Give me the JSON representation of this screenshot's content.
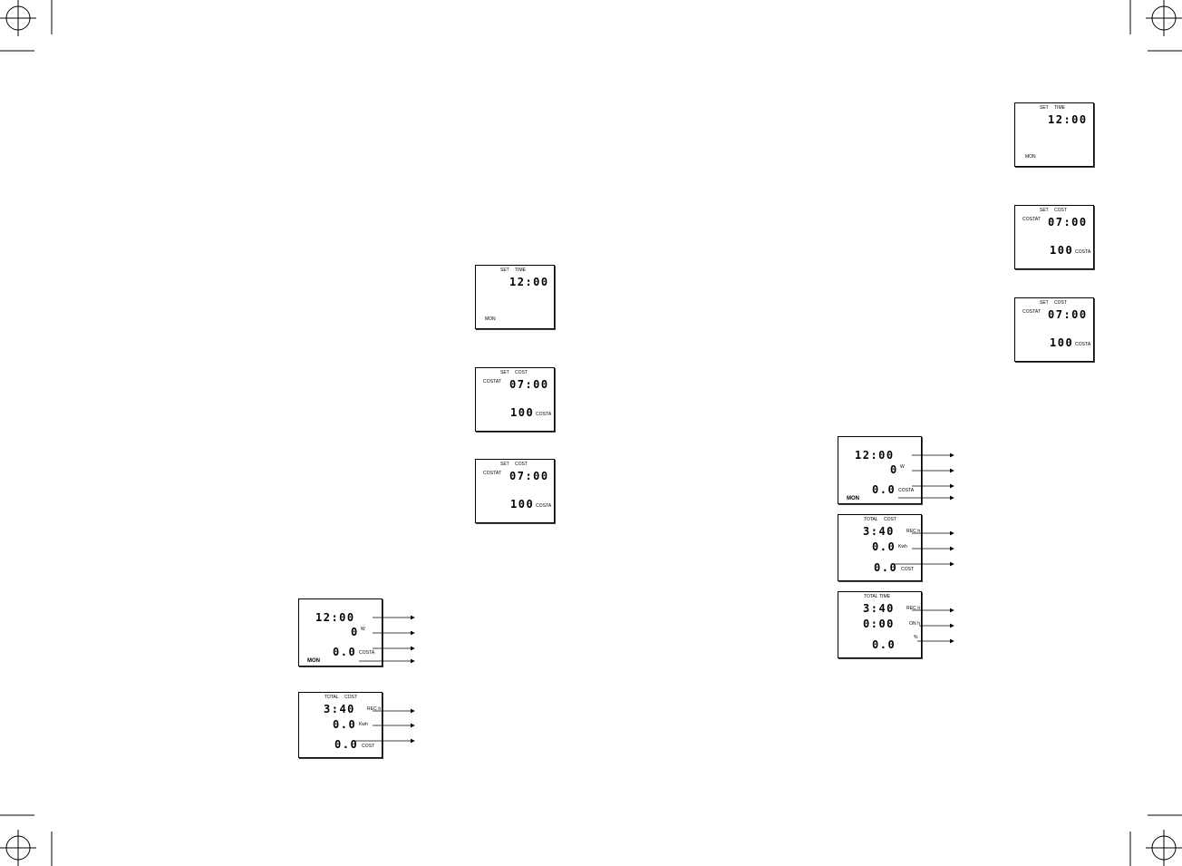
{
  "left_page": {
    "set_time": {
      "label_set": "SET",
      "label_time": "TIME",
      "time": "12:00",
      "day": "MON"
    },
    "set_cost_1": {
      "label_set": "SET",
      "label_cost": "COST",
      "label_costat": "COSTAT",
      "time": "07:00",
      "value": "100",
      "unit": "COSTA"
    },
    "set_cost_2": {
      "label_set": "SET",
      "label_cost": "COST",
      "label_costat": "COSTAT",
      "time": "07:00",
      "value": "100",
      "unit": "COSTA"
    },
    "main_display": {
      "time": "12:00",
      "power": "0",
      "power_unit": "W",
      "cost": "0.0",
      "cost_unit": "COSTA",
      "day": "MON"
    },
    "total_cost": {
      "label_total": "TOTAL",
      "label_cost": "COST",
      "time": "3:40",
      "time_unit": "REC h",
      "energy": "0.0",
      "energy_unit": "Kwh",
      "cost": "0.0",
      "cost_unit": "COST"
    }
  },
  "right_page": {
    "set_time": {
      "label_set": "SET",
      "label_time": "TIME",
      "time": "12:00",
      "day": "MON"
    },
    "set_cost_1": {
      "label_set": "SET",
      "label_cost": "COST",
      "label_costat": "COSTAT",
      "time": "07:00",
      "value": "100",
      "unit": "COSTA"
    },
    "set_cost_2": {
      "label_set": "SET",
      "label_cost": "COST",
      "label_costat": "COSTAT",
      "time": "07:00",
      "value": "100",
      "unit": "COSTA"
    },
    "main_display": {
      "time": "12:00",
      "power": "0",
      "power_unit": "W",
      "cost": "0.0",
      "cost_unit": "COSTA",
      "day": "MON"
    },
    "total_cost": {
      "label_total": "TOTAL",
      "label_cost": "COST",
      "time": "3:40",
      "time_unit": "REC h",
      "energy": "0.0",
      "energy_unit": "Kwh",
      "cost": "0.0",
      "cost_unit": "COST"
    },
    "total_time": {
      "label_total": "TOTAL",
      "label_time": "TIME",
      "time": "3:40",
      "time_unit": "REC h",
      "on_time": "0:00",
      "on_unit": "ON h",
      "percent": "0.0",
      "percent_unit": "%"
    }
  }
}
